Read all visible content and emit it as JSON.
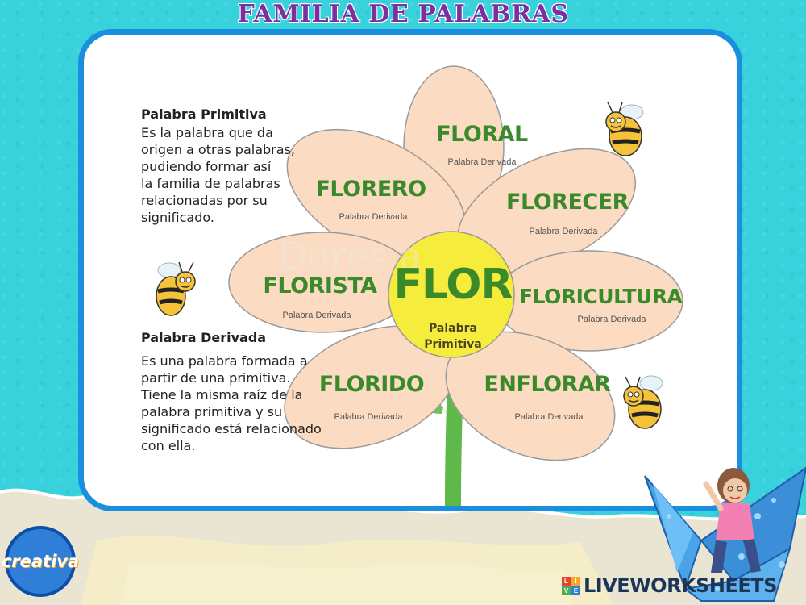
{
  "page_title": "FAMILIA DE PALABRAS",
  "primitive": {
    "heading": "Palabra Primitiva",
    "lines": [
      "Es la palabra que da",
      "origen a otras palabras,",
      "pudiendo formar así",
      "la familia de palabras",
      "relacionadas por su",
      "significado."
    ]
  },
  "derived": {
    "heading": "Palabra Derivada",
    "lines": [
      "Es una palabra formada a",
      "partir de una primitiva.",
      "Tiene la misma raíz de la",
      "palabra primitiva y su",
      "significado está relacionado",
      "con ella."
    ]
  },
  "flower": {
    "center_word": "FLOR",
    "center_label": [
      "Palabra",
      "Primitiva"
    ],
    "petal_label": "Palabra Derivada",
    "petals": [
      {
        "word": "FLORAL"
      },
      {
        "word": "FLORERO"
      },
      {
        "word": "FLORECER"
      },
      {
        "word": "FLORISTA"
      },
      {
        "word": "FLORICULTURA"
      },
      {
        "word": "FLORIDO"
      },
      {
        "word": "ENFLORAR"
      }
    ],
    "colors": {
      "petal": "#fbdcc2",
      "petal_edge": "#8c8c8c",
      "center": "#f5ec3c",
      "stem": "#5fb84a"
    }
  },
  "logo_text": "creativa",
  "brand": {
    "letters": [
      "L",
      "I",
      "V",
      "E"
    ],
    "name": "LIVEWORKSHEETS"
  }
}
